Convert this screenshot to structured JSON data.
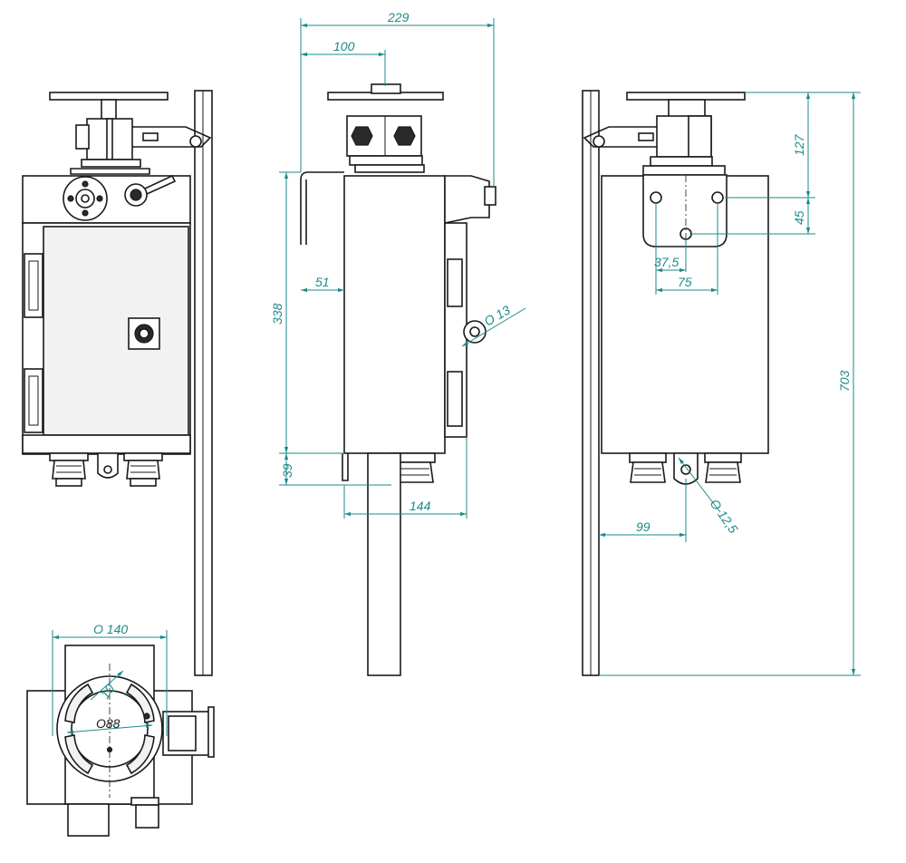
{
  "dimensions": {
    "width_total": "229",
    "width_arm": "100",
    "height_338": "338",
    "offset_51": "51",
    "hole_13": "O 13",
    "height_39": "39",
    "width_144": "144",
    "height_127": "127",
    "height_45": "45",
    "spacing_37_5": "37,5",
    "spacing_75": "75",
    "height_703": "703",
    "offset_99": "99",
    "hole_12_5": "O 12,5",
    "diameter_140": "O 140",
    "width_10": "10",
    "diameter_88": "O88"
  },
  "colors": {
    "dimension": "#1d8a8a",
    "outline": "#1a1a1a"
  }
}
